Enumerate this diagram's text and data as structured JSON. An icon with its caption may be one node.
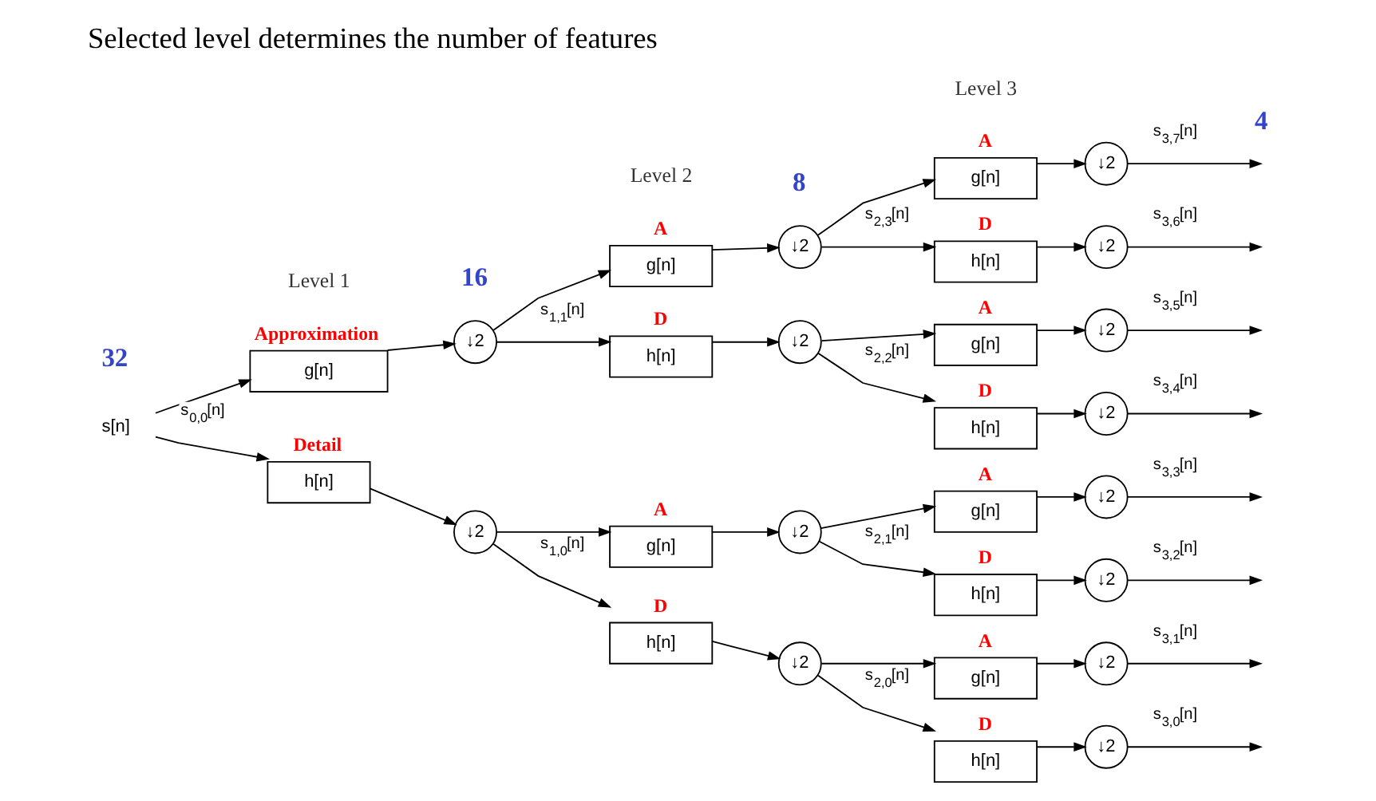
{
  "diagram": {
    "title": "Selected level determines the number of features",
    "nodes": [
      {
        "text": [
          "s[n]"
        ]
      },
      {
        "text": [
          "g[n]"
        ],
        "beside": [
          "Approximation"
        ]
      },
      {
        "text": [
          "↓2"
        ]
      },
      {
        "text": [
          "h[n]"
        ],
        "beside": [
          "Detail"
        ]
      },
      {
        "text": [
          "↓2"
        ]
      },
      {
        "text": [
          "g[n]"
        ],
        "beside": [
          "A"
        ]
      },
      {
        "text": [
          "↓2"
        ]
      },
      {
        "text": [
          "h[n]"
        ],
        "beside": [
          "D"
        ]
      },
      {
        "text": [
          "↓2"
        ]
      },
      {
        "text": [
          "g[n]"
        ],
        "beside": [
          "A"
        ]
      },
      {
        "text": [
          "↓2"
        ]
      },
      {
        "text": [
          "h[n]"
        ],
        "beside": [
          "D"
        ]
      },
      {
        "text": [
          "↓2"
        ]
      },
      {
        "text": [
          "g[n]"
        ],
        "beside": [
          "A"
        ]
      },
      {
        "text": [
          "↓2"
        ]
      },
      {
        "text": [
          "h[n]"
        ],
        "beside": [
          "D"
        ]
      },
      {
        "text": [
          "↓2"
        ]
      },
      {
        "text": [
          "g[n]"
        ],
        "beside": [
          "A"
        ]
      },
      {
        "text": [
          "↓2"
        ]
      },
      {
        "text": [
          "h[n]"
        ],
        "beside": [
          "D"
        ]
      },
      {
        "text": [
          "↓2"
        ]
      },
      {
        "text": [
          "g[n]"
        ],
        "beside": [
          "A"
        ]
      },
      {
        "text": [
          "↓2"
        ]
      },
      {
        "text": [
          "h[n]"
        ],
        "beside": [
          "D"
        ]
      },
      {
        "text": [
          "↓2"
        ]
      },
      {
        "text": [
          "g[n]"
        ],
        "beside": [
          "A"
        ]
      },
      {
        "text": [
          "↓2"
        ]
      },
      {
        "text": [
          "h[n]"
        ],
        "beside": [
          "D"
        ]
      },
      {
        "text": [
          "↓2"
        ]
      }
    ],
    "edges": [
      {
        "from": 0,
        "to": 1,
        "arrow": "to"
      },
      {
        "from": 0,
        "to": 3,
        "arrow": "to",
        "label": "s$_{0,0}$[n]"
      },
      {
        "from": 1,
        "to": 2,
        "arrow": "to"
      },
      {
        "from": 3,
        "to": 4,
        "arrow": "to"
      },
      {
        "from": 2,
        "to": 5,
        "arrow": "to"
      },
      {
        "from": 2,
        "to": 7,
        "arrow": "to",
        "label": "s$_{1,1}$[n]"
      },
      {
        "from": 4,
        "to": 9,
        "arrow": "to"
      },
      {
        "from": 4,
        "to": 11,
        "arrow": "to",
        "label": "s$_{1,0}$[n]"
      },
      {
        "from": 5,
        "to": 6,
        "arrow": "to"
      },
      {
        "from": 7,
        "to": 8,
        "arrow": "to"
      },
      {
        "from": 9,
        "to": 10,
        "arrow": "to"
      },
      {
        "from": 11,
        "to": 12,
        "arrow": "to"
      },
      {
        "from": 6,
        "to": 13,
        "arrow": "to"
      },
      {
        "from": 6,
        "to": 15,
        "arrow": "to",
        "label": "s$_{2,3}$[n]"
      },
      {
        "from": 8,
        "to": 17,
        "arrow": "to"
      },
      {
        "from": 8,
        "to": 19,
        "arrow": "to",
        "label": "s$_{2,2}$[n]"
      },
      {
        "from": 10,
        "to": 21,
        "arrow": "to"
      },
      {
        "from": 10,
        "to": 23,
        "arrow": "to",
        "label": "s$_{2,1}$[n]"
      },
      {
        "from": 12,
        "to": 25,
        "arrow": "to"
      },
      {
        "from": 12,
        "to": 27,
        "arrow": "to",
        "label": "s$_{2,0}$[n]"
      },
      {
        "from": 13,
        "to": 14,
        "arrow": "to"
      },
      {
        "from": 15,
        "to": 16,
        "arrow": "to"
      },
      {
        "from": 17,
        "to": 18,
        "arrow": "to"
      },
      {
        "from": 19,
        "to": 20,
        "arrow": "to"
      },
      {
        "from": 21,
        "to": 22,
        "arrow": "to"
      },
      {
        "from": 23,
        "to": 24,
        "arrow": "to"
      },
      {
        "from": 25,
        "to": 26,
        "arrow": "to"
      },
      {
        "from": 27,
        "to": 28,
        "arrow": "to"
      },
      {
        "from": 14,
        "to": null,
        "arrow": "to",
        "label": "s$_{3,7}$[n]"
      },
      {
        "from": 16,
        "to": null,
        "arrow": "to",
        "label": "s$_{3,6}$[n]"
      },
      {
        "from": 18,
        "to": null,
        "arrow": "to",
        "label": "s$_{3,5}$[n]"
      },
      {
        "from": 20,
        "to": null,
        "arrow": "to",
        "label": "s$_{3,4}$[n]"
      },
      {
        "from": 22,
        "to": null,
        "arrow": "to",
        "label": "s$_{3,3}$[n]"
      },
      {
        "from": 24,
        "to": null,
        "arrow": "to",
        "label": "s$_{3,2}$[n]"
      },
      {
        "from": 26,
        "to": null,
        "arrow": "to",
        "label": "s$_{3,1}$[n]"
      },
      {
        "from": 28,
        "to": null,
        "arrow": "to",
        "label": "s$_{3,0}$[n]"
      }
    ],
    "labels": [
      "8",
      "4",
      "Level 2",
      "Level 1",
      "16",
      "32",
      "Level 3"
    ]
  }
}
